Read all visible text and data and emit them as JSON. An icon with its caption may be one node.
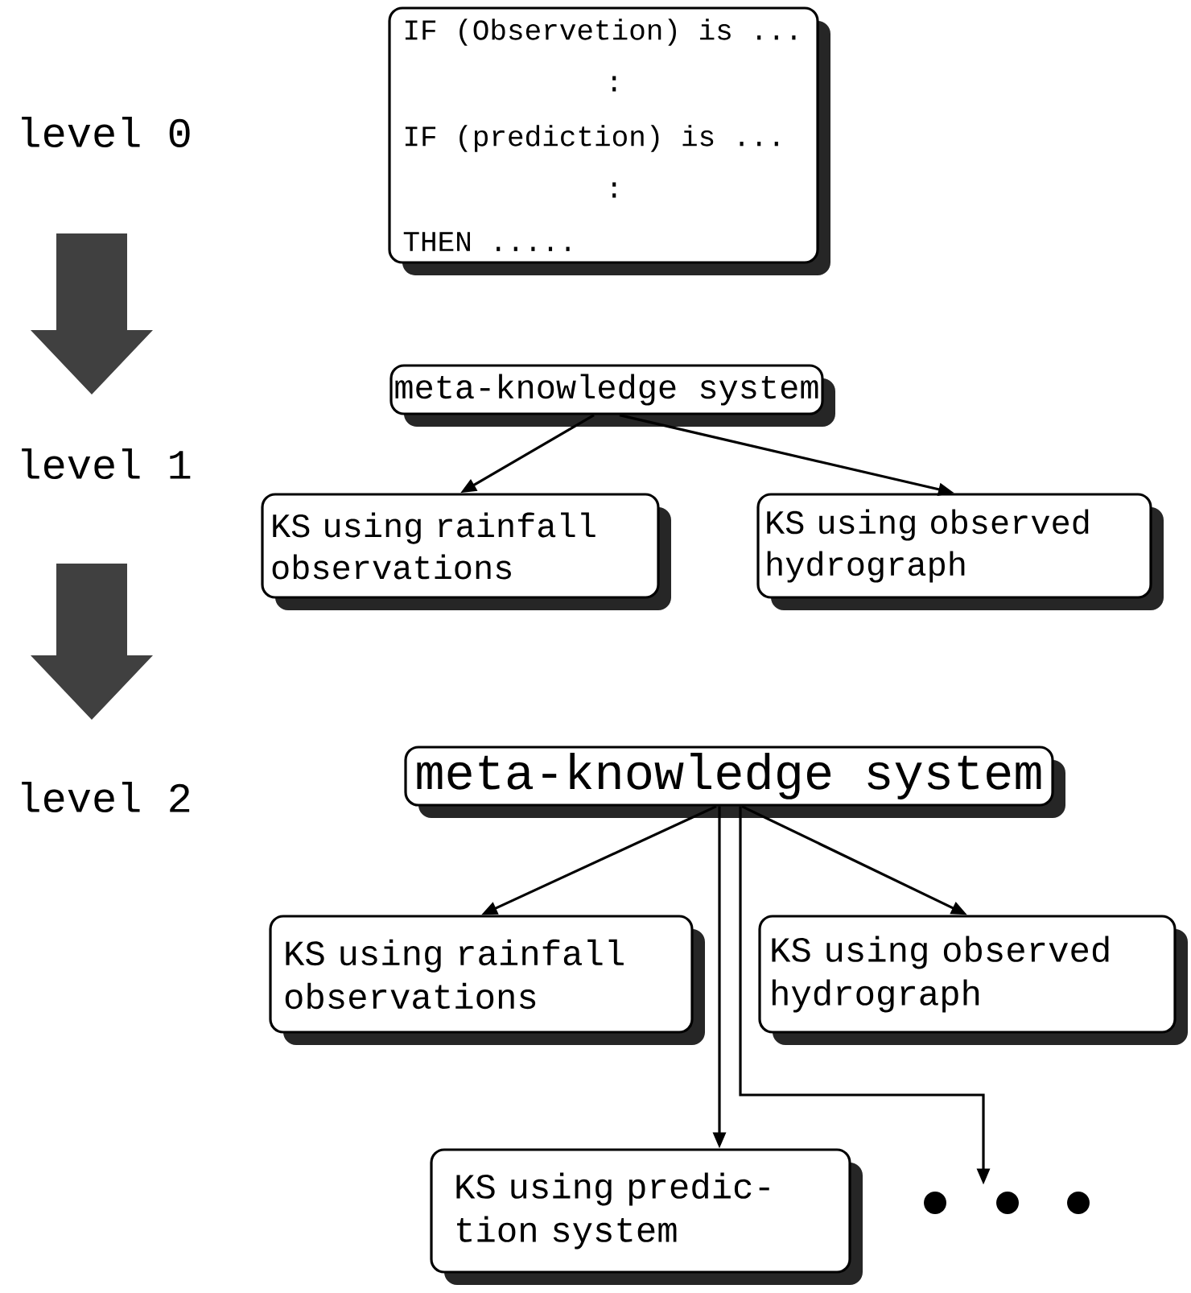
{
  "diagram": {
    "nodes": [
      {
        "text": [
          "IF (Observetion) is ...",
          ":",
          "IF (prediction) is ...",
          ":",
          "THEN ....."
        ]
      },
      {
        "text": [
          "meta-knowledge system"
        ]
      },
      {
        "text": [
          "KS using rainfall observations"
        ]
      },
      {
        "text": [
          "KS using observed hydrograph"
        ]
      },
      {
        "text": [
          "meta-knowledge system"
        ]
      },
      {
        "text": [
          "KS using rainfall observations"
        ]
      },
      {
        "text": [
          "KS using observed hydrograph"
        ]
      },
      {
        "text": [
          "KS using predic- tion system"
        ]
      },
      {
        "text": [],
        "shape": "ellipsis"
      }
    ],
    "edges": [
      {
        "from": 1,
        "to": 2,
        "arrow": "to"
      },
      {
        "from": 1,
        "to": 3,
        "arrow": "to"
      },
      {
        "from": 4,
        "to": 5,
        "arrow": "to"
      },
      {
        "from": 4,
        "to": 6,
        "arrow": "to"
      },
      {
        "from": 4,
        "to": 7,
        "arrow": "to"
      },
      {
        "from": 4,
        "to": 8,
        "arrow": "to"
      }
    ],
    "labels": [
      "level 0",
      "level 1",
      "level 2"
    ]
  }
}
